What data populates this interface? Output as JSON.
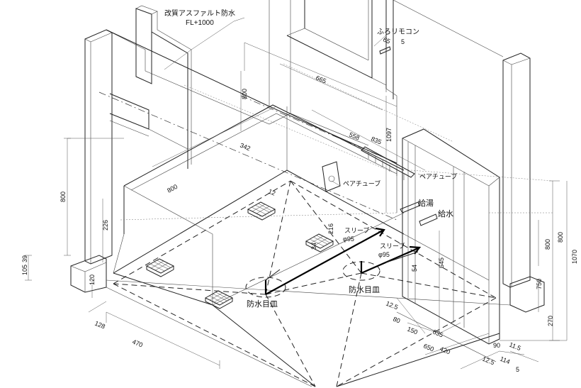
{
  "annotations": {
    "waterproof_note_1": "改質アスファルト防水",
    "waterproof_note_2": "FL+1000",
    "furo_remote": "ふろリモコン",
    "sleeve_1": "スリーブ",
    "sleeve_1_dia": "φ95",
    "sleeve_2": "スリーブ",
    "sleeve_2_dia": "φ95",
    "pair_tube_1": "ペアチューブ",
    "pair_tube_2": "ペアチューブ",
    "hot_supply": "給湯",
    "water_supply": "給水",
    "drain_1": "防水目皿",
    "drain_2": "防水目皿"
  },
  "dimensions": {
    "d_800_top": "800",
    "d_665": "665",
    "d_65": "65",
    "d_5a": "5",
    "d_1097": "1097",
    "d_558": "558",
    "d_835": "835",
    "d_342": "342",
    "d_800_left": "800",
    "d_800_mid": "800",
    "d_12": "12",
    "d_226": "226",
    "d_216": "216",
    "d_34": "34",
    "d_105": "105",
    "d_39": "39",
    "d_120": "120",
    "d_128": "128",
    "d_470": "470",
    "d_645": "645",
    "d_54": "54",
    "d_12_5a": "12.5",
    "d_80": "80",
    "d_150": "150",
    "d_635": "635",
    "d_650": "650",
    "d_420": "420",
    "d_800_r1": "800",
    "d_800_r2": "800",
    "d_1070": "1070",
    "d_750": "750",
    "d_270": "270",
    "d_90": "90",
    "d_11_5": "11.5",
    "d_12_5b": "12.5",
    "d_114": "114",
    "d_5b": "5"
  }
}
